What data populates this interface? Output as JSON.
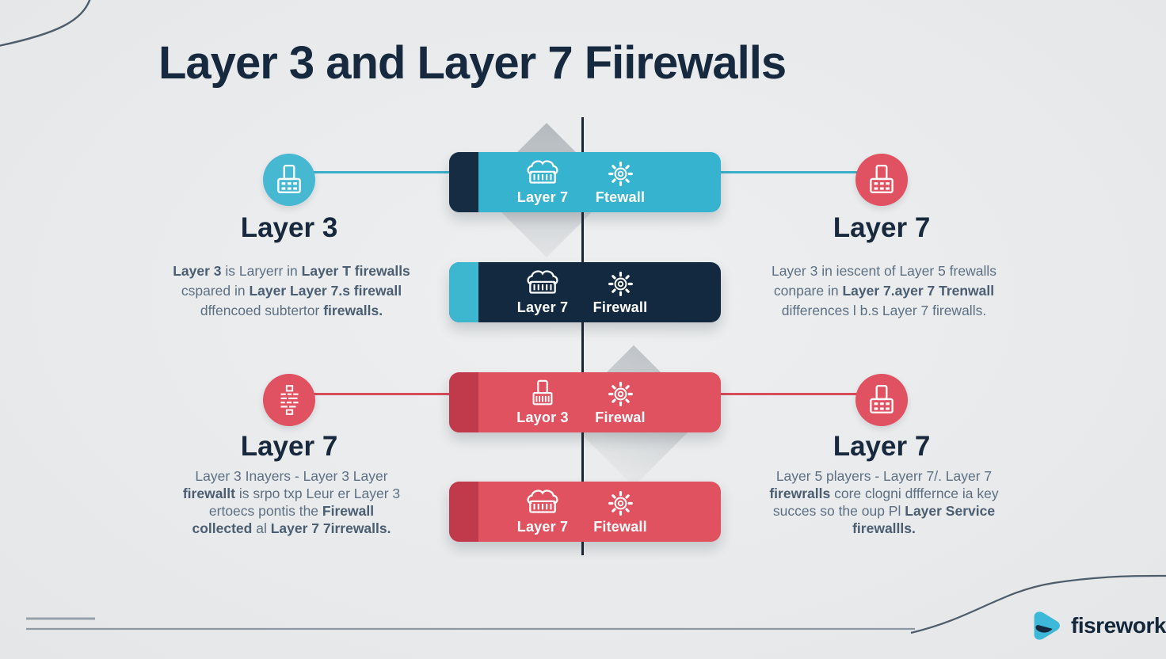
{
  "title": "Layer 3 and Layer 7 Fiirewalls",
  "colors": {
    "background": "#e9ebec",
    "navy": "#15293e",
    "cyan": "#36b3ce",
    "red": "#e05260",
    "dark_red": "#c03a4c",
    "paragraph_text": "#5d6f82",
    "decor_line_gray": "#8d98a2"
  },
  "icons": {
    "left_top_circle": "network-device-icon",
    "right_top_circle": "network-device-icon",
    "left_bottom_circle": "text-block-icon",
    "right_bottom_circle": "network-device-icon",
    "banner_left_slot": "cloud-server-icon",
    "banner_3_left_slot": "building-server-icon",
    "banner_right_slot": "gear-icon",
    "logo": "arrow-icon"
  },
  "sections": {
    "left_top": {
      "heading": "Layer 3",
      "paragraph": [
        {
          "segments": [
            {
              "text": "Layer 3",
              "bold": true
            },
            {
              "text": " is Laryerr in ",
              "bold": false
            },
            {
              "text": "Layer T firewalls",
              "bold": true
            }
          ]
        },
        {
          "segments": [
            {
              "text": "cspared in ",
              "bold": false
            },
            {
              "text": "Layer Layer 7.s firewall",
              "bold": true
            }
          ]
        },
        {
          "segments": [
            {
              "text": "dffencoed subtertor ",
              "bold": false
            },
            {
              "text": "firewalls.",
              "bold": true
            }
          ]
        }
      ]
    },
    "right_top": {
      "heading": "Layer 7",
      "paragraph": [
        {
          "segments": [
            {
              "text": "Layer 3 in iescent of Layer 5 frewalls",
              "bold": false
            }
          ]
        },
        {
          "segments": [
            {
              "text": "conpare in ",
              "bold": false
            },
            {
              "text": "Layer 7.ayer 7 Trenwall",
              "bold": true
            }
          ]
        },
        {
          "segments": [
            {
              "text": "differences l b.s Layer 7 firewalls.",
              "bold": false
            }
          ]
        }
      ]
    },
    "left_bottom": {
      "heading": "Layer 7",
      "paragraph": [
        {
          "segments": [
            {
              "text": "Layer 3 Inayers - Layer 3 Layer",
              "bold": false
            }
          ]
        },
        {
          "segments": [
            {
              "text": "firewallt",
              "bold": true
            },
            {
              "text": " is srpo txp Leur er Layer 3",
              "bold": false
            }
          ]
        },
        {
          "segments": [
            {
              "text": "ertoecs pontis the ",
              "bold": false
            },
            {
              "text": "Firewall",
              "bold": true
            }
          ]
        },
        {
          "segments": [
            {
              "text": "collected",
              "bold": true
            },
            {
              "text": " al ",
              "bold": false
            },
            {
              "text": "Layer 7 7irrewalls.",
              "bold": true
            }
          ]
        }
      ]
    },
    "right_bottom": {
      "heading": "Layer 7",
      "paragraph": [
        {
          "segments": [
            {
              "text": "Layer 5 players - Layerr 7/. Layer 7",
              "bold": false
            }
          ]
        },
        {
          "segments": [
            {
              "text": "firewralls",
              "bold": true
            },
            {
              "text": " core clogni dfffernce ia key",
              "bold": false
            }
          ]
        },
        {
          "segments": [
            {
              "text": "succes so the oup Pl ",
              "bold": false
            },
            {
              "text": "Layer Service",
              "bold": true
            }
          ]
        },
        {
          "segments": [
            {
              "text": "firewallls.",
              "bold": true
            }
          ]
        }
      ]
    }
  },
  "banners": [
    {
      "left_label": "Layer 7",
      "right_label": "Ftewall"
    },
    {
      "left_label": "Layer 7",
      "right_label": "Firewall"
    },
    {
      "left_label": "Layor 3",
      "right_label": "Firewal"
    },
    {
      "left_label": "Layer 7",
      "right_label": "Fitewall"
    }
  ],
  "footer": {
    "logo_text": "fisrework"
  }
}
